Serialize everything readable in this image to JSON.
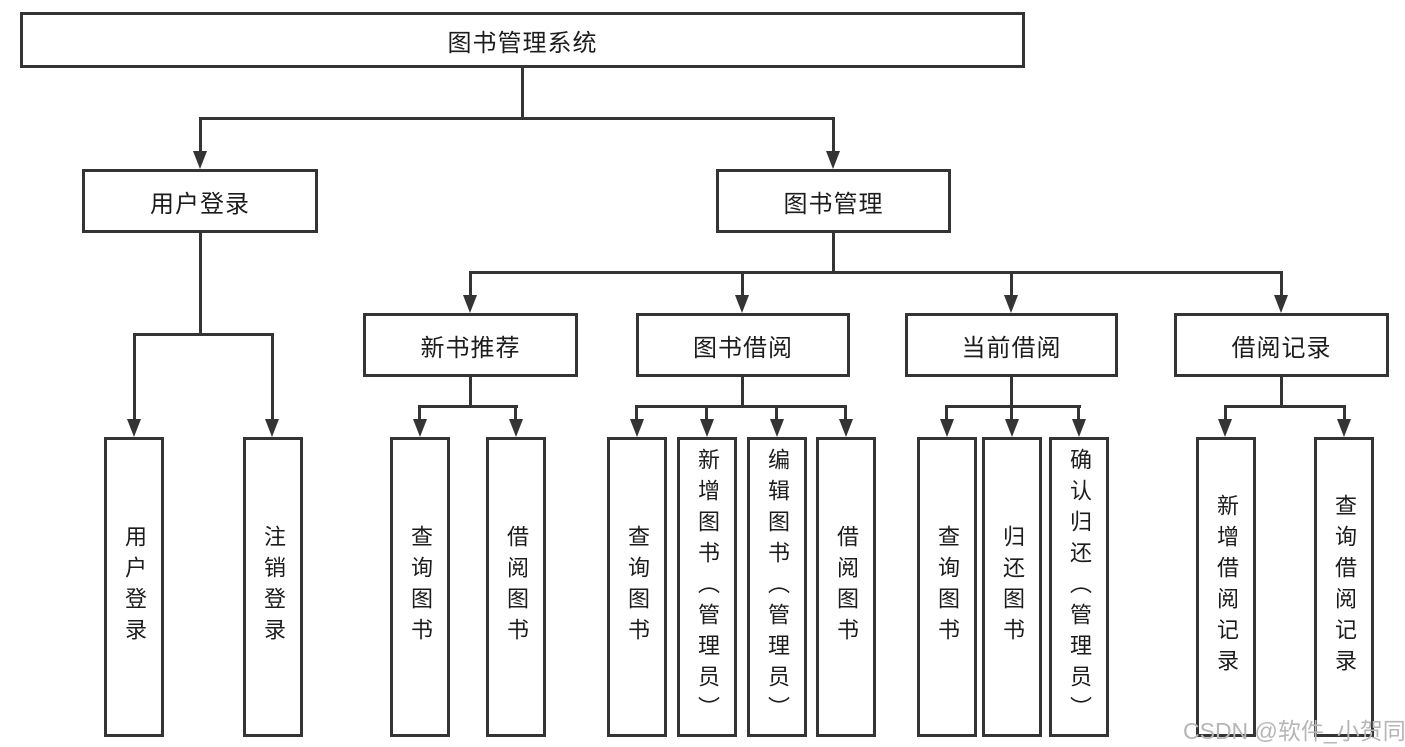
{
  "diagram": {
    "root": {
      "label": "图书管理系统"
    },
    "level2": [
      {
        "label": "用户登录"
      },
      {
        "label": "图书管理"
      }
    ],
    "level3": [
      {
        "label": "新书推荐"
      },
      {
        "label": "图书借阅"
      },
      {
        "label": "当前借阅"
      },
      {
        "label": "借阅记录"
      }
    ],
    "leaves": [
      {
        "label": "用户登录"
      },
      {
        "label": "注销登录"
      },
      {
        "label": "查询图书"
      },
      {
        "label": "借阅图书"
      },
      {
        "label": "查询图书"
      },
      {
        "label": "新增图书（管理员）"
      },
      {
        "label": "编辑图书（管理员）"
      },
      {
        "label": "借阅图书"
      },
      {
        "label": "查询图书"
      },
      {
        "label": "归还图书"
      },
      {
        "label": "确认归还（管理员）"
      },
      {
        "label": "新增借阅记录"
      },
      {
        "label": "查询借阅记录"
      }
    ],
    "edges": {
      "图书管理系统": [
        "用户登录",
        "图书管理"
      ],
      "用户登录": [
        "用户登录",
        "注销登录"
      ],
      "图书管理": [
        "新书推荐",
        "图书借阅",
        "当前借阅",
        "借阅记录"
      ],
      "新书推荐": [
        "查询图书",
        "借阅图书"
      ],
      "图书借阅": [
        "查询图书",
        "新增图书（管理员）",
        "编辑图书（管理员）",
        "借阅图书"
      ],
      "当前借阅": [
        "查询图书",
        "归还图书",
        "确认归还（管理员）"
      ],
      "借阅记录": [
        "新增借阅记录",
        "查询借阅记录"
      ]
    },
    "watermark": "CSDN @软件_小贺同学",
    "colors": {
      "line": "#343434",
      "text": "#1c1c1c",
      "watermark": "#b6b6b6",
      "background": "#ffffff"
    }
  }
}
